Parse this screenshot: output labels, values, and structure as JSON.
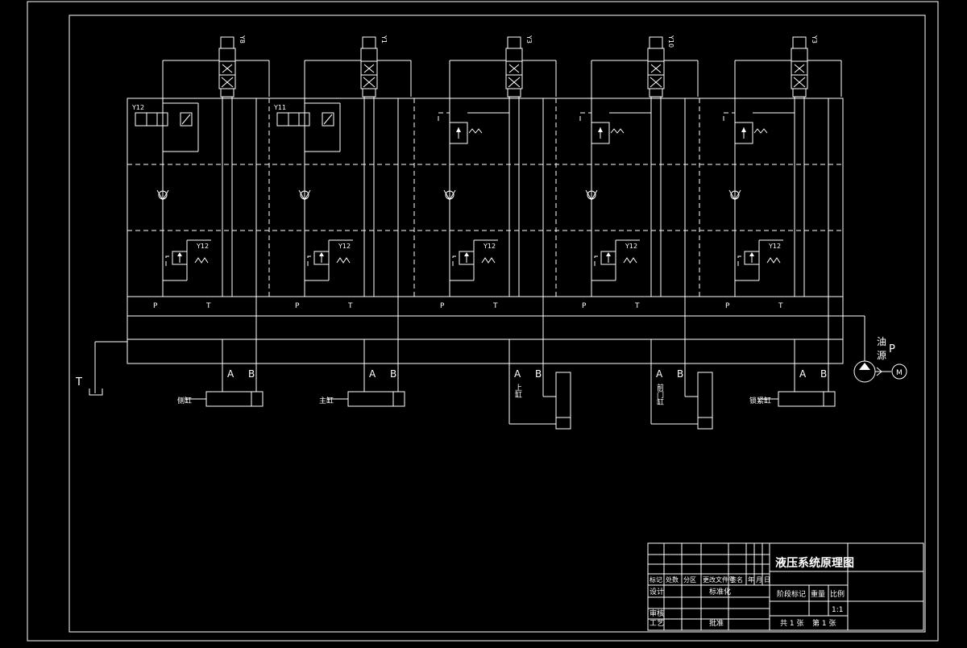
{
  "sections": [
    {
      "valve_tag": "Y8",
      "solenoid_tag": "Y12",
      "relief_tag": "Y12",
      "relief_type": "solenoid",
      "actuator_label": "侧缸",
      "actuator_orient": "horizontal"
    },
    {
      "valve_tag": "Y1",
      "solenoid_tag": "Y11",
      "relief_tag": "Y12",
      "relief_type": "solenoid",
      "actuator_label": "主缸",
      "actuator_orient": "horizontal"
    },
    {
      "valve_tag": "Y3",
      "solenoid_tag": "",
      "relief_tag": "Y12",
      "relief_type": "pilot",
      "actuator_label": "上缸",
      "actuator_orient": "vertical"
    },
    {
      "valve_tag": "Y10",
      "solenoid_tag": "",
      "relief_tag": "Y12",
      "relief_type": "pilot",
      "actuator_label": "前门缸",
      "actuator_orient": "vertical"
    },
    {
      "valve_tag": "Y3",
      "solenoid_tag": "",
      "relief_tag": "Y12",
      "relief_type": "pilot",
      "actuator_label": "锁紧缸",
      "actuator_orient": "horizontal"
    }
  ],
  "ports": {
    "p": "P",
    "t": "T",
    "a": "A",
    "b": "B"
  },
  "pump": {
    "label_oil": "油",
    "label_src": "源",
    "label_p": "P",
    "motor": "M"
  },
  "tank_label": "T",
  "title_block": {
    "title": "液压系统原理图",
    "rev_headers": [
      "标记",
      "处数",
      "分区",
      "更改文件号",
      "签名",
      "年",
      "月",
      "日"
    ],
    "design": "设计",
    "standardize": "标准化",
    "review": "审核",
    "process": "工艺",
    "approve": "批准",
    "stage_mark": "阶段标记",
    "weight": "重量",
    "scale_label": "比例",
    "scale_value": "1:1",
    "sheet_total": "共 1 张",
    "sheet_no": "第 1 张"
  }
}
